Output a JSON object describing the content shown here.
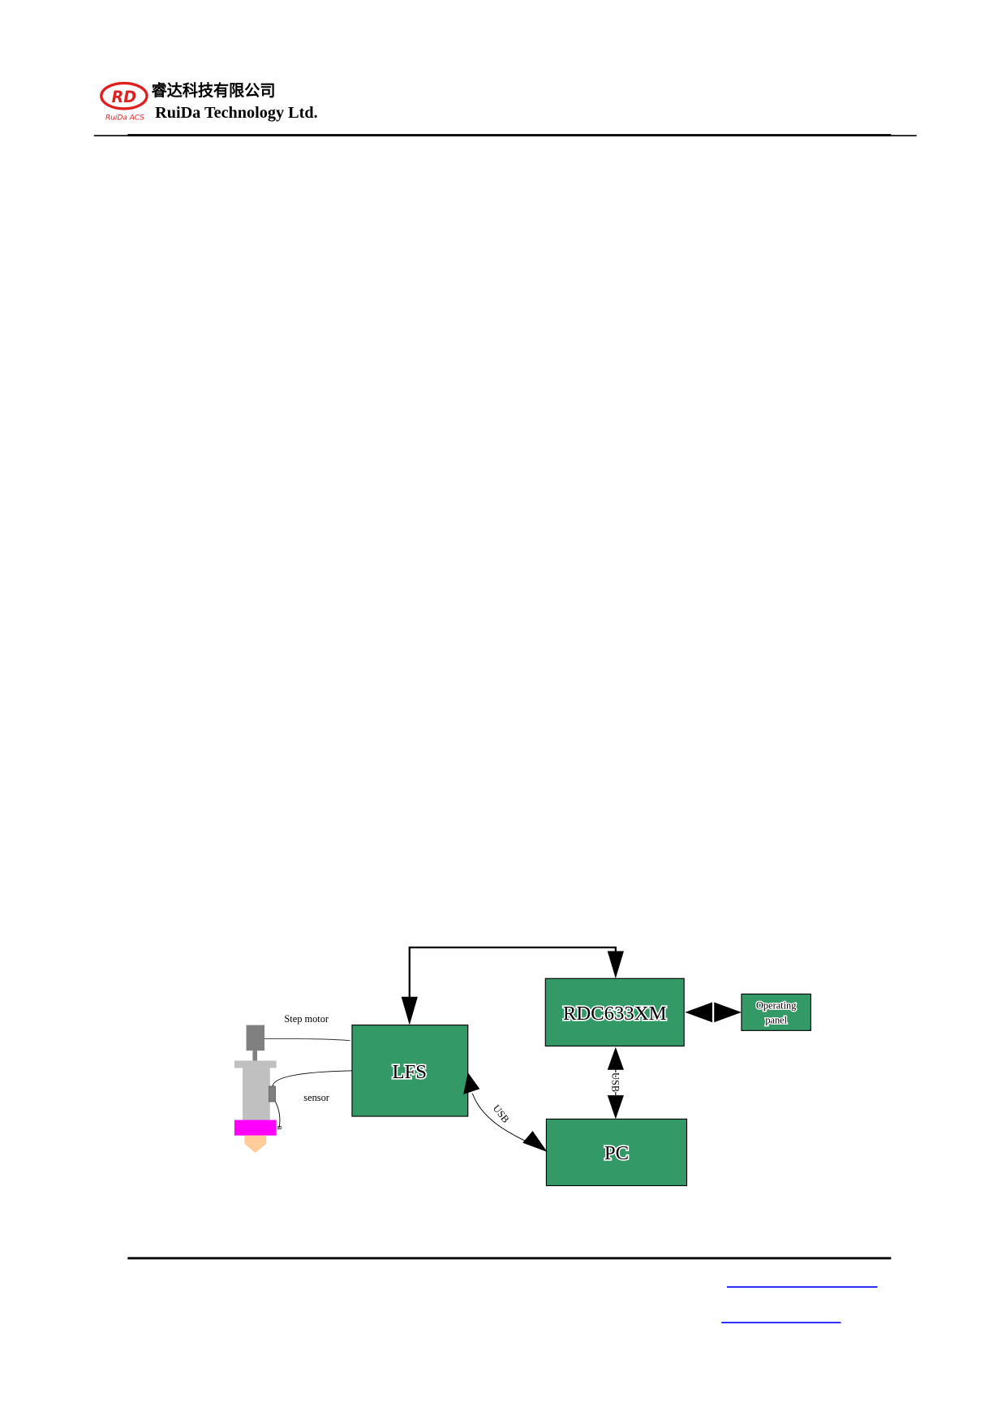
{
  "header": {
    "logo_text": "RD",
    "logo_subtext": "RuiDa ACS",
    "company_cn": "睿达科技有限公司",
    "company_en": "RuiDa Technology Ltd."
  },
  "diagram": {
    "boxes": {
      "lfs": "LFS",
      "controller": "RDC633XM",
      "panel_line1": "Operating",
      "panel_line2": "panel",
      "pc": "PC"
    },
    "labels": {
      "step_motor": "Step motor",
      "sensor": "sensor",
      "usb_lfs_pc": "USB",
      "usb_ctrl_pc": "USB"
    },
    "colors": {
      "box_fill": "#339966",
      "nozzle": "#ff00ff",
      "tip": "#ffcc99"
    }
  }
}
